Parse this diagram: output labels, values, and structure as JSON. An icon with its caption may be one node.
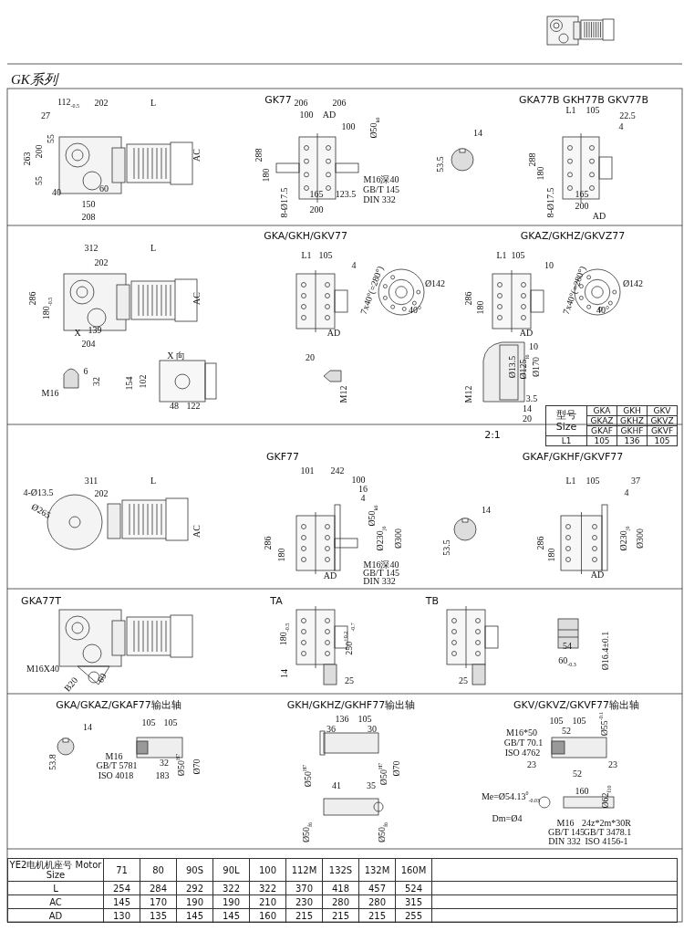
{
  "diagram": {
    "title": "GK系列",
    "labels": [
      "112$_{-0.5}$",
      "202",
      "L",
      "27",
      "55",
      "263",
      "200",
      "55",
      "AC",
      "40",
      "60",
      "150",
      "208",
      "GK77",
      "206",
      "206",
      "100",
      "AD",
      "100",
      "Ø50$_{k6}$",
      "288",
      "180",
      "8-Ø17.5",
      "165",
      "123.5",
      "200",
      "M16深40",
      "GB/T 145",
      "DIN 332",
      "14",
      "53.5",
      "GKA77B GKH77B GKV77B",
      "L1",
      "105",
      "22.5",
      "4",
      "288",
      "180",
      "8-Ø17.5",
      "165",
      "200",
      "AD",
      "312",
      "L",
      "202",
      "286",
      "180$_{-0.5}$",
      "AC",
      "X",
      "139",
      "204",
      "GKA/GKH/GKV77",
      "L1",
      "105",
      "4",
      "7x40°(=280°)",
      "Ø142",
      "40°",
      "AD",
      "GKAZ/GKHZ/GKVZ77",
      "L1",
      "105",
      "10",
      "286",
      "180",
      "7x40°(=280°)",
      "Ø142",
      "40°",
      "AD",
      "X 向",
      "6",
      "32",
      "M16",
      "154",
      "102",
      "48",
      "122",
      "20",
      "M12",
      "10",
      "Ø13.5",
      "Ø125$_{f6}$",
      "Ø170",
      "M12",
      "3.5",
      "14",
      "20",
      "2:1",
      "型号 Size",
      "GKA",
      "GKH",
      "GKV",
      "GKAZ",
      "GKHZ",
      "GKVZ",
      "GKAF",
      "GKHF",
      "GKVF",
      "L1",
      "105",
      "136",
      "105",
      "311",
      "L",
      "4-Ø13.5",
      "202",
      "Ø265",
      "AC",
      "GKF77",
      "101",
      "242",
      "100",
      "16",
      "4",
      "Ø50$_{k6}$",
      "Ø230$_{j6}$",
      "Ø300",
      "286",
      "180",
      "AD",
      "M16深40",
      "GB/T 145",
      "DIN 332",
      "14",
      "53.5",
      "GKAF/GKHF/GKVF77",
      "L1",
      "105",
      "37",
      "4",
      "286",
      "180",
      "Ø230$_{j6}$",
      "Ø300",
      "AD",
      "GKA77T",
      "M16X40",
      "B20",
      "60",
      "TA",
      "180$_{-0.5}$",
      "250$^{+0.2}$$_{-0.7}$",
      "14",
      "25",
      "TB",
      "25",
      "54",
      "60$_{-0.3}$",
      "Ø16.4±0.1",
      "GKA/GKAZ/GKAF77输出轴",
      "14",
      "53.8",
      "105",
      "105",
      "M16",
      "GB/T 5781",
      "ISO 4018",
      "32",
      "183",
      "Ø50$^{H7}$",
      "Ø70",
      "GKH/GKHZ/GKHF77输出轴",
      "136",
      "105",
      "36",
      "30",
      "Ø50$^{H7}$",
      "Ø50$^{H7}$",
      "Ø70",
      "41",
      "35",
      "Ø50$_{f6}$",
      "Ø50$_{f6}$",
      "GKV/GKVZ/GKVF77输出轴",
      "105",
      "105",
      "52",
      "Ø55$^{-0.1}$",
      "M16*50",
      "GB/T 70.1",
      "ISO 4762",
      "23",
      "23",
      "52",
      "160",
      "Ø62$_{f10}$",
      "Me=Ø54.13$^{0}$$_{-0.03}$",
      "Dm=Ø4",
      "M16",
      "GB/T 145",
      "DIN 332",
      "24z*2m*30R",
      "GB/T 3478.1",
      "ISO 4156-1",
      "YE2电机机座号 Motor Size",
      "71",
      "80",
      "90S",
      "90L",
      "100",
      "112M",
      "132S",
      "132M",
      "160M",
      "L",
      "254",
      "284",
      "292",
      "322",
      "322",
      "370",
      "418",
      "457",
      "524",
      "AC",
      "145",
      "170",
      "190",
      "190",
      "210",
      "230",
      "280",
      "280",
      "315",
      "AD",
      "130",
      "135",
      "145",
      "145",
      "160",
      "215",
      "215",
      "215",
      "255"
    ]
  }
}
